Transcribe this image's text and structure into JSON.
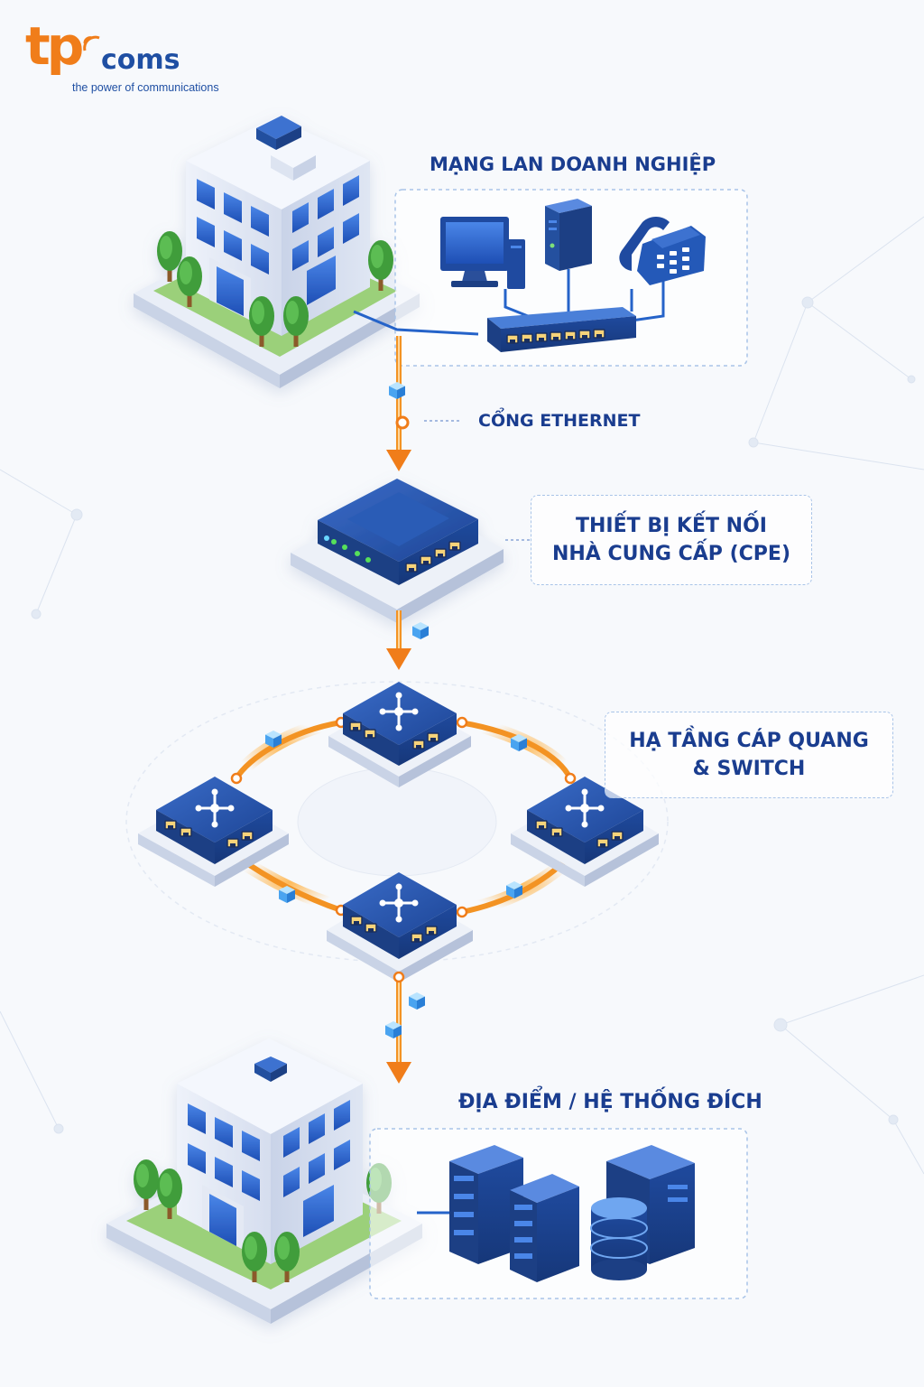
{
  "brand": {
    "logo_mark": "tp",
    "logo_word": "coms",
    "tagline": "the power of communications",
    "colors": {
      "orange": "#f07d1a",
      "blue": "#1f4fa3",
      "navy": "#1a3d8f"
    }
  },
  "stages": {
    "lan": {
      "title": "MẠNG LAN DOANH NGHIỆP"
    },
    "ethernet": {
      "title": "CỔNG ETHERNET"
    },
    "cpe": {
      "line1": "THIẾT BỊ KẾT NỐI",
      "line2": "NHÀ CUNG CẤP (CPE)"
    },
    "fiber": {
      "line1": "HẠ TẦNG CÁP QUANG",
      "line2": "& SWITCH"
    },
    "destination": {
      "title": "ĐỊA ĐIỂM / HỆ THỐNG ĐÍCH"
    }
  },
  "icons": [
    "office-building-icon",
    "desktop-computer-icon",
    "tower-pc-icon",
    "desk-phone-icon",
    "network-switch-icon",
    "cpe-router-icon",
    "ring-switch-icon",
    "data-packet-icon",
    "rack-server-icon",
    "database-icon",
    "tree-icon"
  ]
}
